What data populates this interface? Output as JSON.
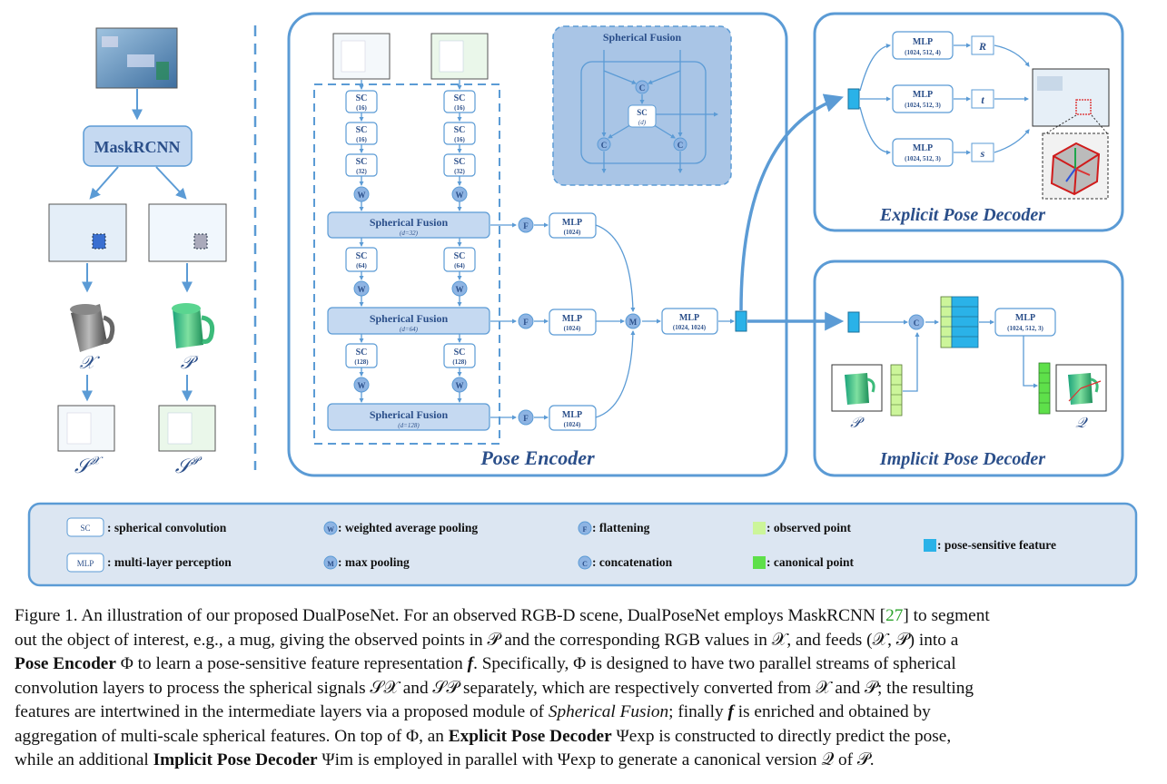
{
  "figure": {
    "left_column": {
      "maskrcnn_label": "MaskRCNN",
      "x_label": "𝒳",
      "p_label": "𝒫",
      "sx_label": "𝒮",
      "sx_sup": "𝒳",
      "sp_label": "𝒮",
      "sp_sup": "𝒫"
    },
    "pose_encoder": {
      "title": "Pose Encoder",
      "sc_label": "SC",
      "sc_params_stream": [
        "(16)",
        "(16)",
        "(32)",
        "(64)",
        "(128)"
      ],
      "pool_w": "W",
      "pool_f": "F",
      "pool_m": "M",
      "fusion_label": "Spherical Fusion",
      "fusion_params": [
        "(d=32)",
        "(d=64)",
        "(d=128)"
      ],
      "mlp_label": "MLP",
      "mlp_small_param": "(1024)",
      "mlp_big_param": "(1024, 1024)",
      "inset": {
        "title": "Spherical Fusion",
        "concat": "C",
        "sc_label": "SC",
        "sc_param": "(d)"
      }
    },
    "explicit_decoder": {
      "title": "Explicit Pose Decoder",
      "mlp_label": "MLP",
      "mlp_params": [
        "(1024, 512, 4)",
        "(1024, 512, 3)",
        "(1024, 512, 3)"
      ],
      "outputs": [
        "R",
        "t",
        "s"
      ]
    },
    "implicit_decoder": {
      "title": "Implicit Pose Decoder",
      "concat": "C",
      "mlp_label": "MLP",
      "mlp_param": "(1024, 512, 3)",
      "p_label": "𝒫",
      "q_label": "𝒬"
    },
    "legend": {
      "sc_key": "SC",
      "sc_text": ": spherical convolution",
      "mlp_key": "MLP",
      "mlp_text": ": multi-layer perception",
      "w_key": "W",
      "w_text": ": weighted average pooling",
      "m_key": "M",
      "m_text": ": max pooling",
      "f_key": "F",
      "f_text": ": flattening",
      "c_key": "C",
      "c_text": ": concatenation",
      "observed_text": ": observed point",
      "canonical_text": ": canonical point",
      "feature_text": ": pose-sensitive feature"
    },
    "colors": {
      "frame": "#5b9bd5",
      "box_fill": "#c5d9f1",
      "text": "#2b4f8a",
      "feature": "#2ab2e8",
      "observed": "#ccf59a",
      "canonical": "#5ee04a",
      "legend_fill": "#dce6f2"
    }
  },
  "caption": {
    "lead": "Figure 1. An illustration of our proposed DualPoseNet. For an observed RGB-D scene, DualPoseNet employs MaskRCNN [",
    "ref": "27",
    "l1_end": "] to segment",
    "l2": "out the object of interest, e.g., a mug, giving the observed points in 𝒫 and the corresponding RGB values in 𝒳, and feeds (𝒳, 𝒫) into a",
    "l3_b": "Pose Encoder",
    "l3": " Φ to learn a pose-sensitive feature representation ",
    "l3_f": "f",
    "l3_end": ". Specifically, Φ is designed to have two parallel streams of spherical",
    "l4": "convolution layers to process the spherical signals 𝒮𝒳 and 𝒮𝒫 separately, which are respectively converted from 𝒳 and 𝒫; the resulting",
    "l5_a": "features are intertwined in the intermediate layers via a proposed module of ",
    "l5_i": "Spherical Fusion",
    "l5_b": "; finally ",
    "l5_f": "f",
    "l5_c": " is enriched and obtained by",
    "l6_a": "aggregation of multi-scale spherical features. On top of Φ, an ",
    "l6_b": "Explicit Pose Decoder",
    "l6_c": " Ψexp is constructed to directly predict the pose,",
    "l7_a": "while an additional ",
    "l7_b": "Implicit Pose Decoder",
    "l7_c": " Ψim is employed in parallel with Ψexp to generate a canonical version 𝒬 of 𝒫."
  }
}
